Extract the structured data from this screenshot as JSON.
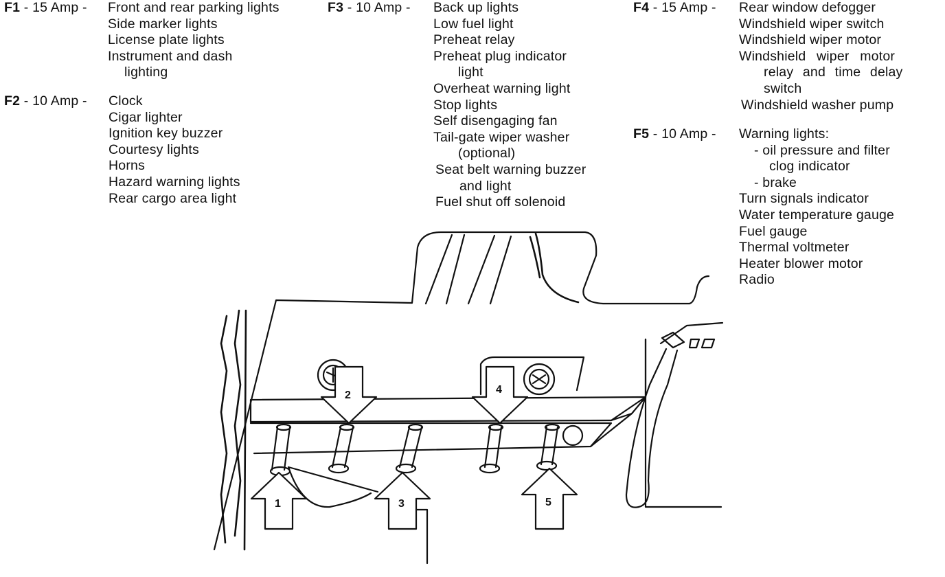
{
  "fuses": [
    {
      "id": "F1",
      "rating": "- 15 Amp -",
      "items": [
        {
          "text": "Front and rear parking lights",
          "kind": "first"
        },
        {
          "text": "Side marker lights",
          "kind": "item"
        },
        {
          "text": "License plate lights",
          "kind": "item"
        },
        {
          "text": "Instrument and dash",
          "kind": "item"
        },
        {
          "text": "lighting",
          "kind": "cont"
        }
      ]
    },
    {
      "id": "F2",
      "rating": "- 10 Amp -",
      "items": [
        {
          "text": "Clock",
          "kind": "first"
        },
        {
          "text": "Cigar lighter",
          "kind": "item"
        },
        {
          "text": "Ignition key buzzer",
          "kind": "item"
        },
        {
          "text": "Courtesy lights",
          "kind": "item"
        },
        {
          "text": "Horns",
          "kind": "item"
        },
        {
          "text": "Hazard warning lights",
          "kind": "item"
        },
        {
          "text": "Rear cargo area light",
          "kind": "item"
        }
      ]
    },
    {
      "id": "F3",
      "rating": "- 10 Amp -",
      "items": [
        {
          "text": "Back up lights",
          "kind": "first"
        },
        {
          "text": "Low fuel light",
          "kind": "item"
        },
        {
          "text": "Preheat relay",
          "kind": "item"
        },
        {
          "text": "Preheat plug indicator",
          "kind": "item"
        },
        {
          "text": "light",
          "kind": "cont"
        },
        {
          "text": "Overheat warning light",
          "kind": "item"
        },
        {
          "text": "Stop lights",
          "kind": "item"
        },
        {
          "text": "Self disengaging fan",
          "kind": "item"
        },
        {
          "text": "Tail-gate wiper washer",
          "kind": "item"
        },
        {
          "text": "(optional)",
          "kind": "cont"
        },
        {
          "text": "Seat belt warning buzzer",
          "kind": "item"
        },
        {
          "text": "and light",
          "kind": "cont"
        },
        {
          "text": "Fuel shut off solenoid",
          "kind": "item"
        }
      ]
    },
    {
      "id": "F4",
      "rating": "- 15 Amp -",
      "items": [
        {
          "text": "Rear window defogger",
          "kind": "first"
        },
        {
          "text": "Windshield wiper switch",
          "kind": "item"
        },
        {
          "text": "Windshield wiper motor",
          "kind": "item"
        },
        {
          "text": "Windshield wiper motor",
          "kind": "item"
        },
        {
          "text": "relay and time delay",
          "kind": "cont"
        },
        {
          "text": "switch",
          "kind": "cont"
        },
        {
          "text": "Windshield washer pump",
          "kind": "item"
        }
      ]
    },
    {
      "id": "F5",
      "rating": "- 10 Amp -",
      "items": [
        {
          "text": "Warning lights:",
          "kind": "first"
        },
        {
          "text": "- oil pressure and filter",
          "kind": "sub"
        },
        {
          "text": "clog indicator",
          "kind": "sub2"
        },
        {
          "text": "- brake",
          "kind": "sub"
        },
        {
          "text": "Turn signals indicator",
          "kind": "item"
        },
        {
          "text": "Water temperature gauge",
          "kind": "item"
        },
        {
          "text": "Fuel gauge",
          "kind": "item"
        },
        {
          "text": "Thermal voltmeter",
          "kind": "item"
        },
        {
          "text": "Heater blower motor",
          "kind": "item"
        },
        {
          "text": "Radio",
          "kind": "item"
        }
      ]
    }
  ],
  "callouts": [
    "1",
    "2",
    "3",
    "4",
    "5"
  ],
  "colors": {
    "ink": "#111111",
    "paper": "#ffffff"
  }
}
